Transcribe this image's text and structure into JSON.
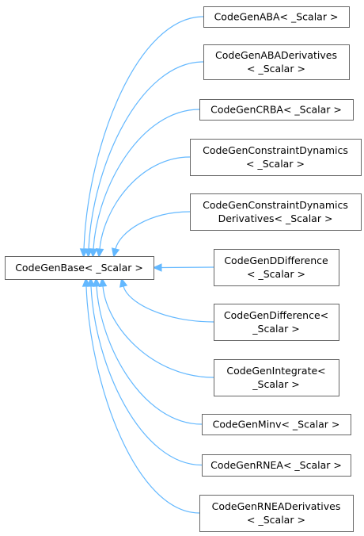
{
  "base": {
    "id": "base",
    "lines": [
      "CodeGenBase< _Scalar >"
    ]
  },
  "derived": [
    {
      "id": "aba",
      "lines": [
        "CodeGenABA< _Scalar >"
      ]
    },
    {
      "id": "aba-derivatives",
      "lines": [
        "CodeGenABADerivatives",
        "< _Scalar >"
      ]
    },
    {
      "id": "crba",
      "lines": [
        "CodeGenCRBA< _Scalar >"
      ]
    },
    {
      "id": "constraint-dynamics",
      "lines": [
        "CodeGenConstraintDynamics",
        "< _Scalar >"
      ]
    },
    {
      "id": "constraint-dynamics-derivatives",
      "lines": [
        "CodeGenConstraintDynamics",
        "Derivatives< _Scalar >"
      ]
    },
    {
      "id": "ddifference",
      "lines": [
        "CodeGenDDifference",
        "< _Scalar >"
      ]
    },
    {
      "id": "difference",
      "lines": [
        "CodeGenDifference<",
        "_Scalar >"
      ]
    },
    {
      "id": "integrate",
      "lines": [
        "CodeGenIntegrate<",
        "_Scalar >"
      ]
    },
    {
      "id": "minv",
      "lines": [
        "CodeGenMinv< _Scalar >"
      ]
    },
    {
      "id": "rnea",
      "lines": [
        "CodeGenRNEA< _Scalar >"
      ]
    },
    {
      "id": "rnea-derivatives",
      "lines": [
        "CodeGenRNEADerivatives",
        "< _Scalar >"
      ]
    }
  ],
  "colors": {
    "edge": "#63b8ff",
    "border": "#666666",
    "text": "#000000"
  }
}
